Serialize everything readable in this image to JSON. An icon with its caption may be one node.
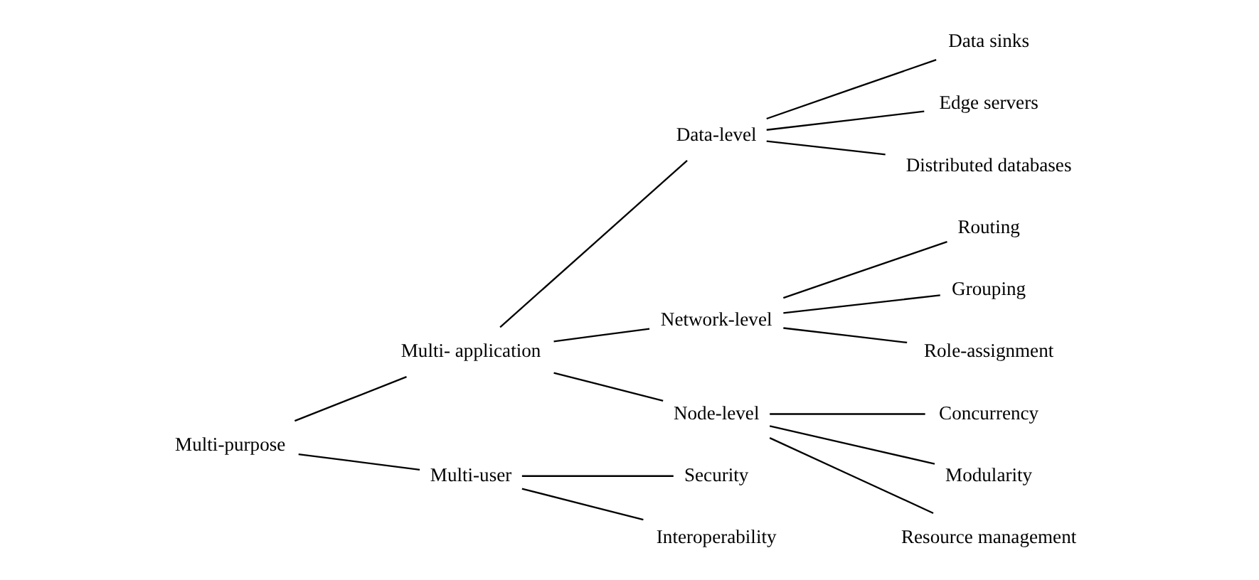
{
  "diagram": {
    "nodes": [
      {
        "text": [
          "Multi-purpose"
        ]
      },
      {
        "text": [
          "Multi- application"
        ]
      },
      {
        "text": [
          "Data-level"
        ]
      },
      {
        "text": [
          "Data sinks"
        ]
      },
      {
        "text": [
          "Edge servers"
        ]
      },
      {
        "text": [
          "Distributed databases"
        ]
      },
      {
        "text": [
          "Network-level"
        ]
      },
      {
        "text": [
          "Routing"
        ]
      },
      {
        "text": [
          "Grouping"
        ]
      },
      {
        "text": [
          "Role-assignment"
        ]
      },
      {
        "text": [
          "Node-level"
        ]
      },
      {
        "text": [
          "Concurrency"
        ]
      },
      {
        "text": [
          "Modularity"
        ]
      },
      {
        "text": [
          "Resource management"
        ]
      },
      {
        "text": [
          "Multi-user"
        ]
      },
      {
        "text": [
          "Security"
        ]
      },
      {
        "text": [
          "Interoperability"
        ]
      }
    ],
    "edges": [
      {
        "from": 0,
        "to": 1,
        "arrow": "none"
      },
      {
        "from": 1,
        "to": 2,
        "arrow": "none"
      },
      {
        "from": 2,
        "to": 3,
        "arrow": "none"
      },
      {
        "from": 2,
        "to": 4,
        "arrow": "none"
      },
      {
        "from": 2,
        "to": 5,
        "arrow": "none"
      },
      {
        "from": 1,
        "to": 6,
        "arrow": "none"
      },
      {
        "from": 6,
        "to": 7,
        "arrow": "none"
      },
      {
        "from": 6,
        "to": 8,
        "arrow": "none"
      },
      {
        "from": 6,
        "to": 9,
        "arrow": "none"
      },
      {
        "from": 1,
        "to": 10,
        "arrow": "none"
      },
      {
        "from": 10,
        "to": 11,
        "arrow": "none"
      },
      {
        "from": 10,
        "to": 12,
        "arrow": "none"
      },
      {
        "from": 10,
        "to": 13,
        "arrow": "none"
      },
      {
        "from": 0,
        "to": 14,
        "arrow": "none"
      },
      {
        "from": 14,
        "to": 15,
        "arrow": "none"
      },
      {
        "from": 14,
        "to": 16,
        "arrow": "none"
      }
    ]
  }
}
